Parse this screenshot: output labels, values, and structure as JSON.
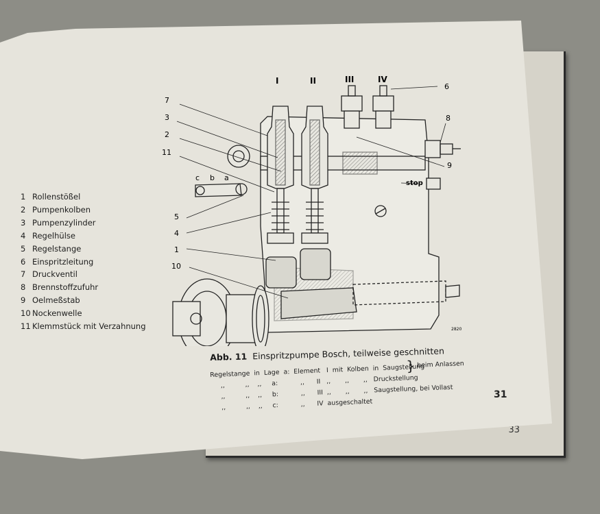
{
  "back_page": {
    "page_number": "33"
  },
  "legend": [
    {
      "num": "1",
      "label": "Rollenstößel"
    },
    {
      "num": "2",
      "label": "Pumpenkolben"
    },
    {
      "num": "3",
      "label": "Pumpenzylinder"
    },
    {
      "num": "4",
      "label": "Regelhülse"
    },
    {
      "num": "5",
      "label": "Regelstange"
    },
    {
      "num": "6",
      "label": "Einspritzleitung"
    },
    {
      "num": "7",
      "label": "Druckventil"
    },
    {
      "num": "8",
      "label": "Brennstoffzufuhr"
    },
    {
      "num": "9",
      "label": "Oelmeßstab"
    },
    {
      "num": "10",
      "label": "Nockenwelle"
    },
    {
      "num": "11",
      "label": "Klemmstück mit Verzahnung"
    }
  ],
  "figure": {
    "element_labels": [
      "I",
      "II",
      "III",
      "IV"
    ],
    "callouts": [
      "1",
      "2",
      "3",
      "4",
      "5",
      "6",
      "7",
      "8",
      "9",
      "10",
      "11"
    ],
    "rack_positions": [
      "c",
      "b",
      "a"
    ],
    "stop_label": "stop",
    "drawing_mark": "2820"
  },
  "caption": {
    "prefix": "Abb. 11",
    "title": "Einspritzpumpe Bosch, teilweise geschnitten",
    "lines": [
      "Regelstange  in  Lage  a:  Element   I  mit  Kolben  in  Saugstellung",
      "     ,,          ,,    ,,     a:           ,,      II   ,,       ,,       ,,   Druckstellung",
      "     ,,          ,,    ,,     b:           ,,      III  ,,       ,,       ,,   Saugstellung, bei Vollast",
      "     ,,          ,,    ,,     c:           ,,      IV  ausgeschaltet"
    ],
    "brace_note": "beim Anlassen"
  },
  "page_number": "31"
}
